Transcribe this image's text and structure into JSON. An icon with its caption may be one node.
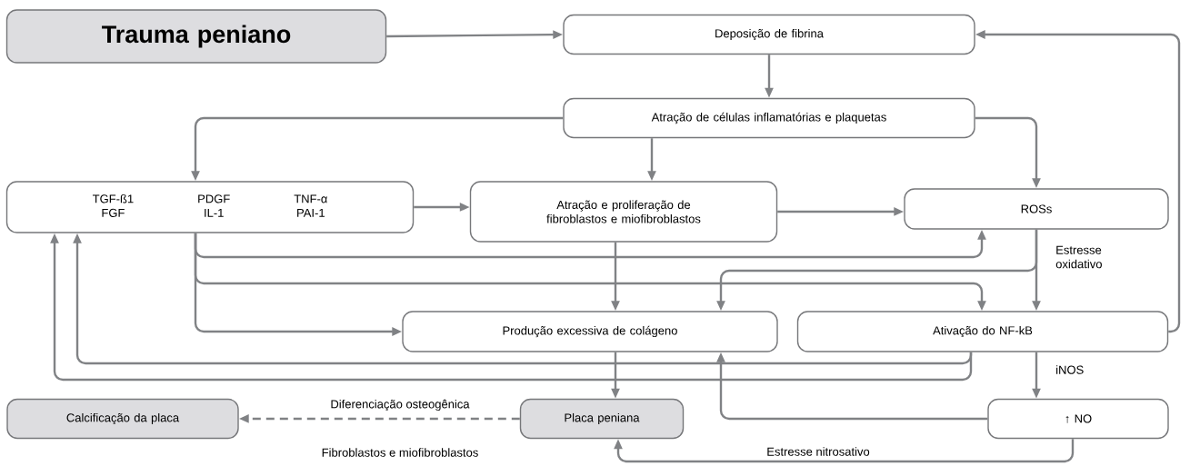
{
  "diagram": {
    "nodes": [
      {
        "text": [
          "Trauma peniano"
        ]
      },
      {
        "text": [
          "Deposição de fibrina"
        ]
      },
      {
        "text": [
          "Atração de células inflamatórias e plaquetas"
        ]
      },
      {
        "text": [
          "TGF-ß1",
          "FGF",
          "PDGF",
          "IL-1",
          "TNF-α",
          "PAI-1"
        ]
      },
      {
        "text": [
          "Atração e proliferação de fibroblastos e miofibroblastos"
        ]
      },
      {
        "text": [
          "ROSs"
        ]
      },
      {
        "text": [
          "Produção excessiva de colágeno"
        ]
      },
      {
        "text": [
          "Ativação do NF-kB"
        ]
      },
      {
        "text": [
          "Placa peniana"
        ]
      },
      {
        "text": [
          "↑ NO"
        ]
      },
      {
        "text": [
          "Calcificação da placa"
        ]
      }
    ],
    "edges": [
      {
        "from": 0,
        "to": 1,
        "arrow": "to"
      },
      {
        "from": 1,
        "to": 2,
        "arrow": "to"
      },
      {
        "from": 2,
        "to": 3,
        "arrow": "to"
      },
      {
        "from": 2,
        "to": 4,
        "arrow": "to"
      },
      {
        "from": 2,
        "to": 5,
        "arrow": "to"
      },
      {
        "from": 3,
        "to": 4,
        "arrow": "to"
      },
      {
        "from": 4,
        "to": 5,
        "arrow": "to"
      },
      {
        "from": 3,
        "to": 5,
        "arrow": "to"
      },
      {
        "from": 3,
        "to": 7,
        "arrow": "to"
      },
      {
        "from": 3,
        "to": 6,
        "arrow": "to"
      },
      {
        "from": 4,
        "to": 6,
        "arrow": "to"
      },
      {
        "from": 5,
        "to": 7,
        "arrow": "to",
        "label": "Estresse oxidativo"
      },
      {
        "from": 5,
        "to": 6,
        "arrow": "to"
      },
      {
        "from": 7,
        "to": 1,
        "arrow": "to"
      },
      {
        "from": 7,
        "to": 3,
        "arrow": "to"
      },
      {
        "from": 7,
        "to": 3,
        "arrow": "to"
      },
      {
        "from": 7,
        "to": 9,
        "arrow": "to",
        "label": "iNOS"
      },
      {
        "from": 9,
        "to": 6,
        "arrow": "to"
      },
      {
        "from": 6,
        "to": 8,
        "arrow": "to"
      },
      {
        "from": 8,
        "to": 10,
        "arrow": "to",
        "style": "dashed",
        "label": "Diferenciação osteogênica"
      },
      {
        "from": 9,
        "to": 8,
        "arrow": "to",
        "label": "Estresse nitrosativo"
      }
    ],
    "labels": [
      "Fibroblastos e miofibroblastos"
    ]
  }
}
